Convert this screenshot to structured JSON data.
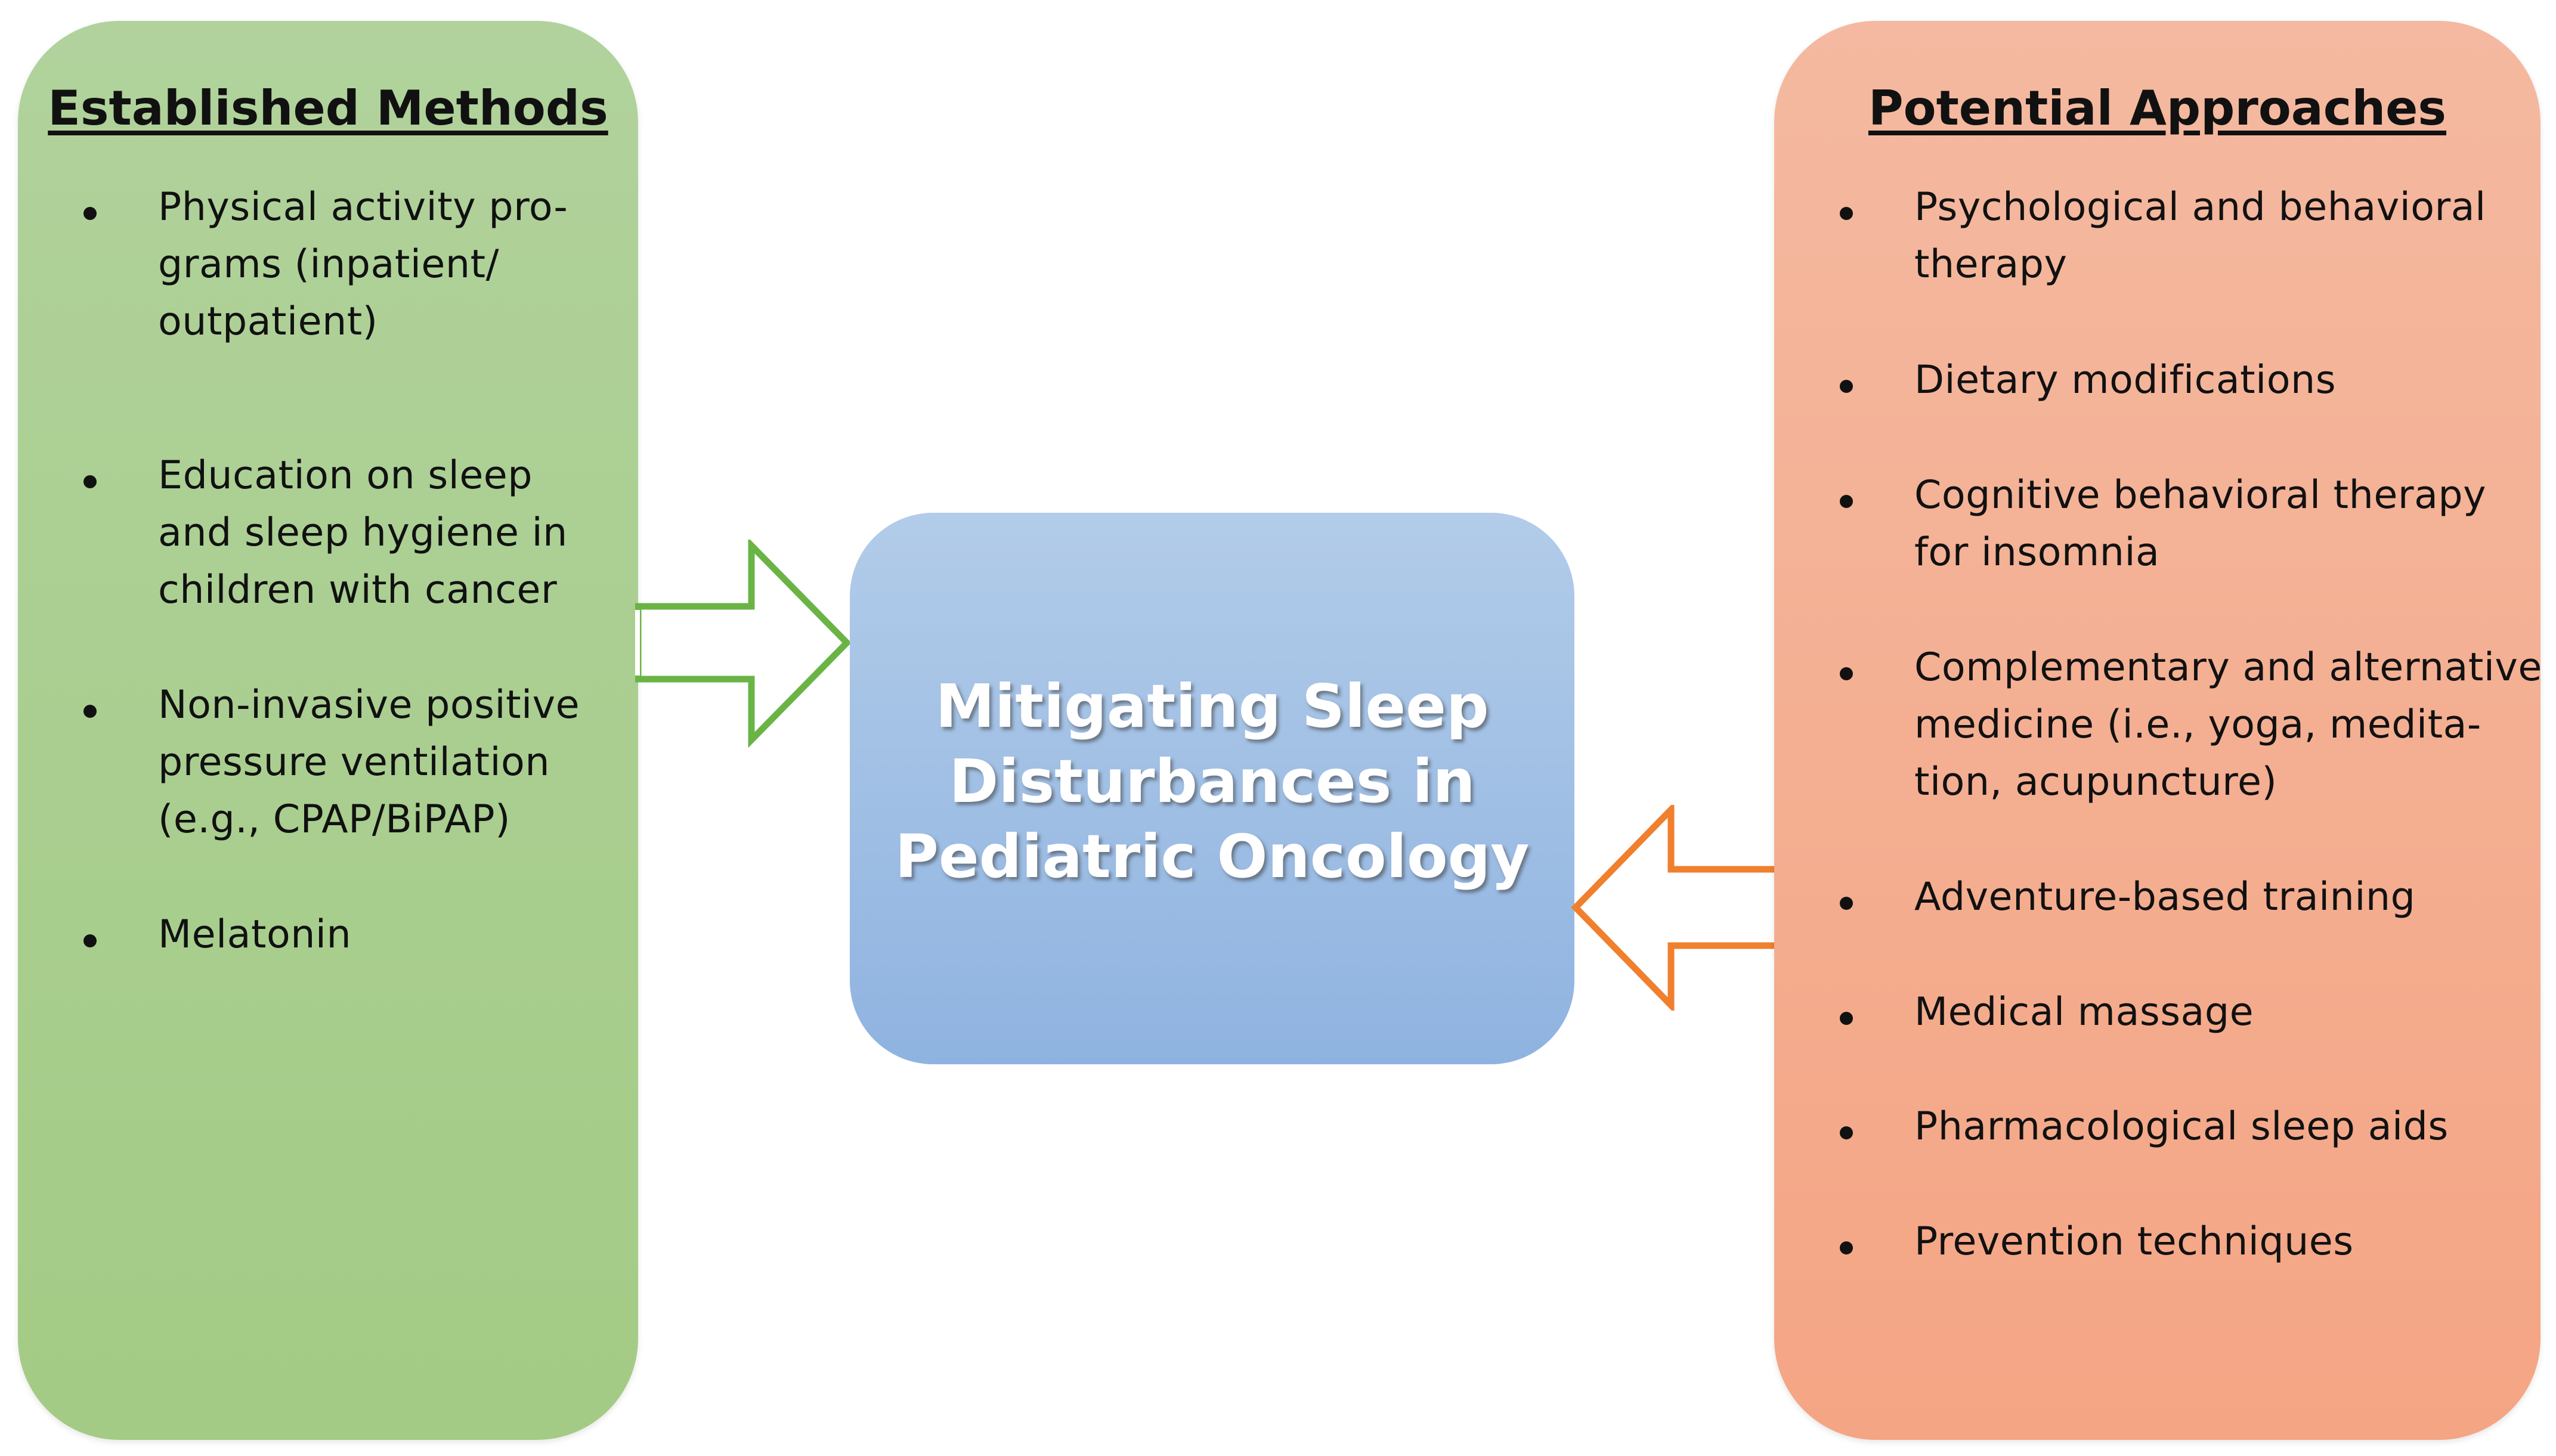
{
  "established": {
    "title": "Established Methods",
    "items": [
      {
        "lines": [
          "Physical activity pro-",
          "grams (inpatient/",
          "outpatient)"
        ]
      },
      {
        "lines": [
          "Education on sleep",
          "and sleep hygiene in",
          "children with cancer"
        ]
      },
      {
        "lines": [
          "Non-invasive positive",
          "pressure ventilation",
          "(e.g., CPAP/BiPAP)"
        ]
      },
      {
        "lines": [
          "Melatonin"
        ]
      }
    ]
  },
  "center": {
    "lines": [
      "Mitigating Sleep",
      "Disturbances in",
      "Pediatric Oncology"
    ]
  },
  "potential": {
    "title": "Potential Approaches",
    "items": [
      {
        "lines": [
          "Psychological and behavioral",
          "therapy"
        ]
      },
      {
        "lines": [
          "Dietary modifications"
        ]
      },
      {
        "lines": [
          "Cognitive behavioral therapy",
          "for insomnia"
        ]
      },
      {
        "lines": [
          "Complementary and alternative",
          "medicine (i.e., yoga, medita-",
          "tion, acupuncture)"
        ]
      },
      {
        "lines": [
          "Adventure-based  training"
        ]
      },
      {
        "lines": [
          "Medical massage"
        ]
      },
      {
        "lines": [
          "Pharmacological sleep aids"
        ]
      },
      {
        "lines": [
          "Prevention techniques"
        ]
      }
    ]
  },
  "colors": {
    "established_panel": "#a8ce8c",
    "potential_panel": "#f4ad8f",
    "center_box": "#9fbfe6",
    "green_arrow": "#6ab446",
    "orange_arrow": "#f07f2e"
  }
}
